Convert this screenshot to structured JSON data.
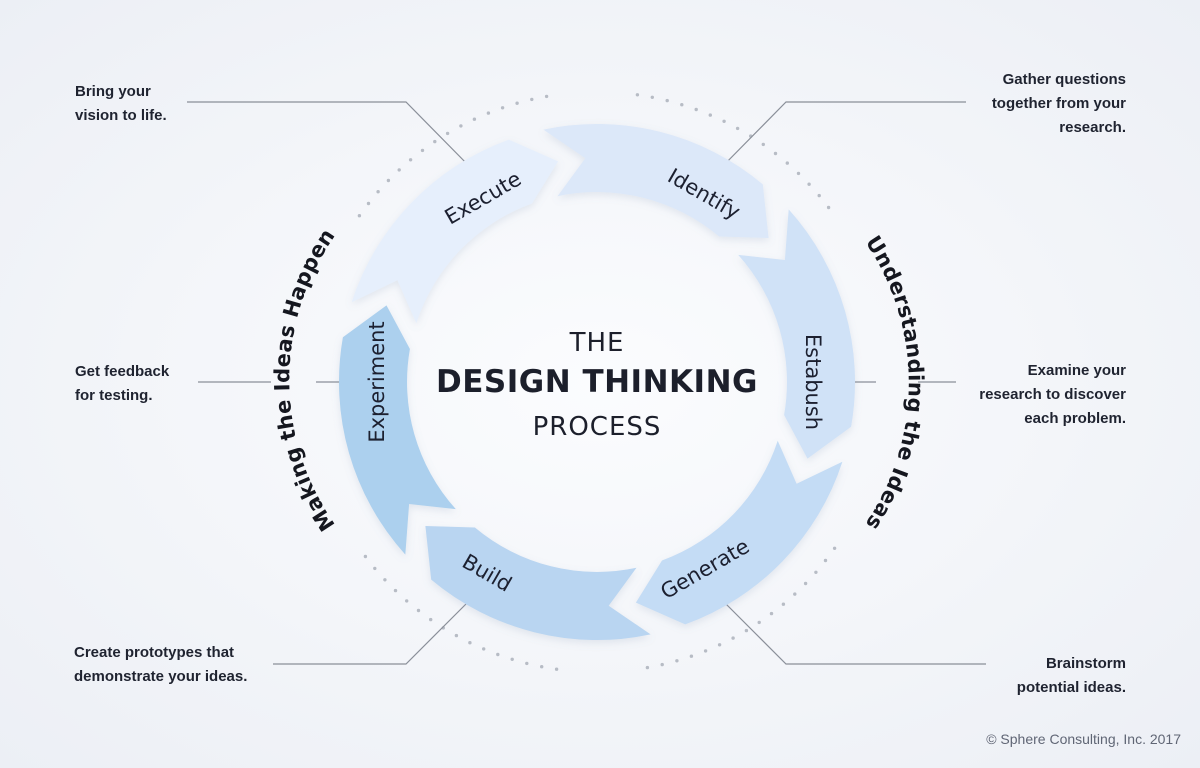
{
  "title": {
    "top": "THE",
    "main": "DESIGN THINKING",
    "bottom": "PROCESS"
  },
  "stages": [
    {
      "id": "identify",
      "label": "Identify",
      "description": "Gather questions\ntogether from your\nresearch.",
      "color": "#e6effc"
    },
    {
      "id": "establish",
      "label": "Estabush",
      "description": "Examine your\nresearch to discover\neach problem.",
      "color": "#dce8f9"
    },
    {
      "id": "generate",
      "label": "Generate",
      "description": "Brainstorm\npotential ideas.",
      "color": "#d0e2f7"
    },
    {
      "id": "build",
      "label": "Build",
      "description": "Create prototypes that\ndemonstrate your ideas.",
      "color": "#c4dcf5"
    },
    {
      "id": "experiment",
      "label": "Experiment",
      "description": "Get feedback\nfor testing.",
      "color": "#b9d5f1"
    },
    {
      "id": "execute",
      "label": "Execute",
      "description": "Bring your\nvision to life.",
      "color": "#acd0ee"
    }
  ],
  "phases": {
    "left": "Making the Ideas Happen",
    "right": "Understanding the Ideas"
  },
  "colors": {
    "connector": "#8a8f99",
    "dots": "#b7bcc5",
    "text": "#1c1f2b"
  },
  "copyright": "© Sphere Consulting, Inc. 2017"
}
